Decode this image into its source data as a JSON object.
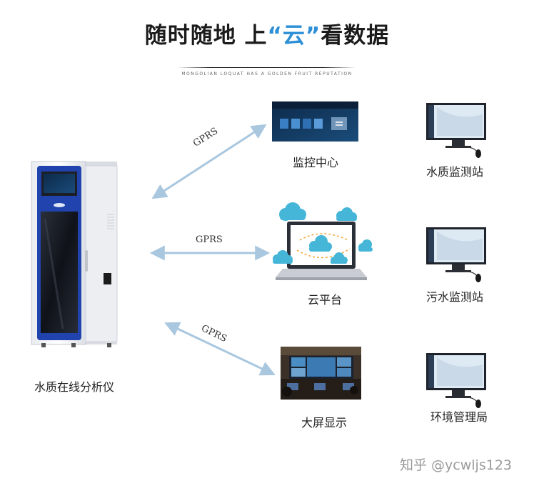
{
  "header": {
    "title_pre": "随时随地 上",
    "quote_open": "“",
    "title_cloud": "云",
    "quote_close": "”",
    "title_post": "看数据",
    "subtitle": "MONGOLIAN LOQUAT HAS A GOLDEN FRUIT REPUTATION"
  },
  "device": {
    "label": "水质在线分析仪"
  },
  "links": [
    {
      "protocol": "GPRS"
    },
    {
      "protocol": "GPRS"
    },
    {
      "protocol": "GPRS"
    }
  ],
  "destinations": [
    {
      "label": "监控中心"
    },
    {
      "label": "云平台"
    },
    {
      "label": "大屏显示"
    }
  ],
  "stations": [
    {
      "label": "水质监测站"
    },
    {
      "label": "污水监测站"
    },
    {
      "label": "环境管理局"
    }
  ],
  "watermark": "知乎 @ycwljs123",
  "colors": {
    "accent": "#2d8fd6",
    "arrow": "#a9c7df",
    "cabinet_blue": "#1f3fa8",
    "cloud": "#45b6d8"
  }
}
